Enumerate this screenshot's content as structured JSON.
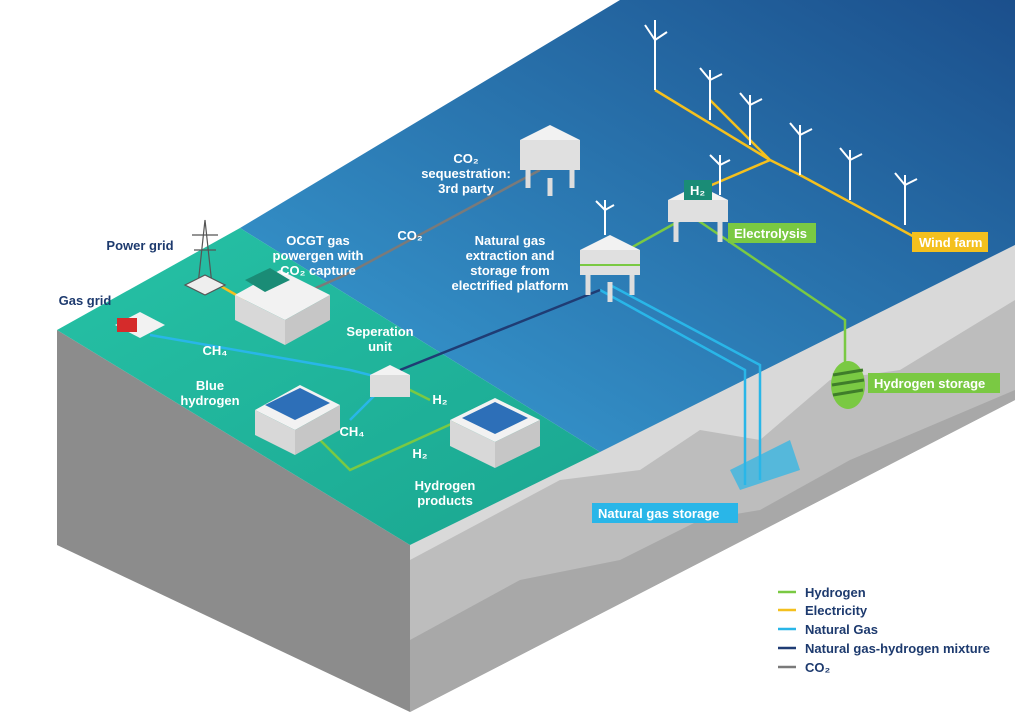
{
  "colors": {
    "hydrogen": "#7ac943",
    "electricity": "#f4c01e",
    "natural_gas": "#29b6e8",
    "mixture": "#1f3c74",
    "co2": "#7a7a7a",
    "land": "#2bbfa4",
    "sea": "#2378b5"
  },
  "labels": {
    "power_grid": "Power grid",
    "gas_grid": "Gas grid",
    "ocgt_1": "OCGT gas",
    "ocgt_2": "powergen with",
    "ocgt_3": "CO₂ capture",
    "co2_seq_1": "CO₂",
    "co2_seq_2": "sequestration:",
    "co2_seq_3": "3rd party",
    "co2_flow": "CO₂",
    "ng_1": "Natural gas",
    "ng_2": "extraction and",
    "ng_3": "storage from",
    "ng_4": "electrified platform",
    "separation_1": "Seperation",
    "separation_2": "unit",
    "ch4_top": "CH₄",
    "ch4_bottom": "CH₄",
    "h2_top": "H₂",
    "h2_bottom": "H₂",
    "blue_h2_1": "Blue",
    "blue_h2_2": "hydrogen",
    "h2_products_1": "Hydrogen",
    "h2_products_2": "products",
    "electrolysis": "Electrolysis",
    "wind_farm": "Wind farm",
    "hydrogen_storage": "Hydrogen storage",
    "natural_gas_storage": "Natural gas storage",
    "electrolyser_badge": "H₂"
  },
  "legend": [
    {
      "label": "Hydrogen",
      "color": "#7ac943"
    },
    {
      "label": "Electricity",
      "color": "#f4c01e"
    },
    {
      "label": "Natural Gas",
      "color": "#29b6e8"
    },
    {
      "label": "Natural gas-hydrogen mixture",
      "color": "#1f3c74"
    },
    {
      "label": "CO₂",
      "color": "#7a7a7a"
    }
  ]
}
